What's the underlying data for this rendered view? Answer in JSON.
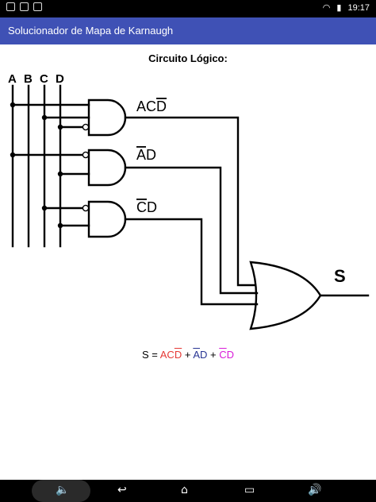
{
  "status": {
    "time": "19:17"
  },
  "app": {
    "title": "Solucionador de Mapa de Karnaugh"
  },
  "circuit": {
    "title": "Circuito Lógico:",
    "inputs": [
      "A",
      "B",
      "C",
      "D"
    ],
    "terms": [
      {
        "plain": "AC",
        "bar": "D"
      },
      {
        "bar": "A",
        "plain": "D"
      },
      {
        "bar": "C",
        "plain": "D"
      }
    ],
    "output": "S"
  },
  "formula": {
    "lhs": "S =",
    "plus": "+",
    "t1_plain": "AC",
    "t1_bar": "D",
    "t2_bar": "A",
    "t2_plain": "D",
    "t3_bar": "C",
    "t3_plain": "D",
    "colors": {
      "t1": "#e53935",
      "t2": "#283593",
      "t3": "#d81bd8"
    }
  }
}
